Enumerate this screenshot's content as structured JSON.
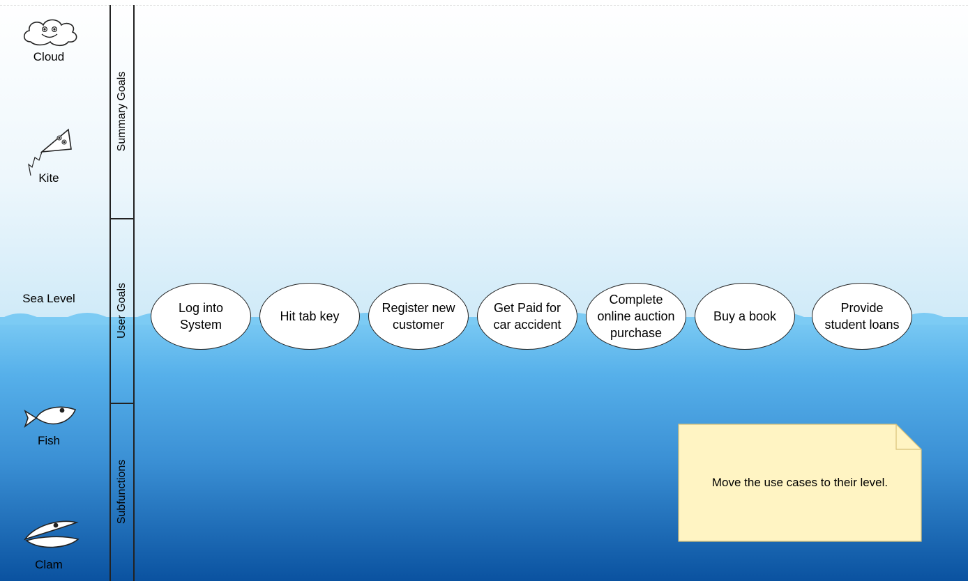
{
  "levels": [
    {
      "label": "Cloud",
      "icon": "cloud-icon"
    },
    {
      "label": "Kite",
      "icon": "kite-icon"
    },
    {
      "label": "Sea Level",
      "icon": "sea-level-marker"
    },
    {
      "label": "Fish",
      "icon": "fish-icon"
    },
    {
      "label": "Clam",
      "icon": "clam-icon"
    }
  ],
  "lanes": [
    {
      "label": "Summary Goals"
    },
    {
      "label": "User Goals"
    },
    {
      "label": "Subfunctions"
    }
  ],
  "use_cases": [
    {
      "label": "Log into\nSystem"
    },
    {
      "label": "Hit tab key"
    },
    {
      "label": "Register new\ncustomer"
    },
    {
      "label": "Get Paid for\ncar accident"
    },
    {
      "label": "Complete\nonline auction\npurchase"
    },
    {
      "label": "Buy a book"
    },
    {
      "label": "Provide\nstudent loans"
    }
  ],
  "note": {
    "text": "Move the use cases to their level."
  },
  "colors": {
    "sea_top": "#7ccbf4",
    "sea_bottom": "#0a52a0",
    "note_fill": "#fff4c3",
    "note_border": "#d8c178",
    "use_case_fill": "#ffffff",
    "outline": "#222222"
  }
}
